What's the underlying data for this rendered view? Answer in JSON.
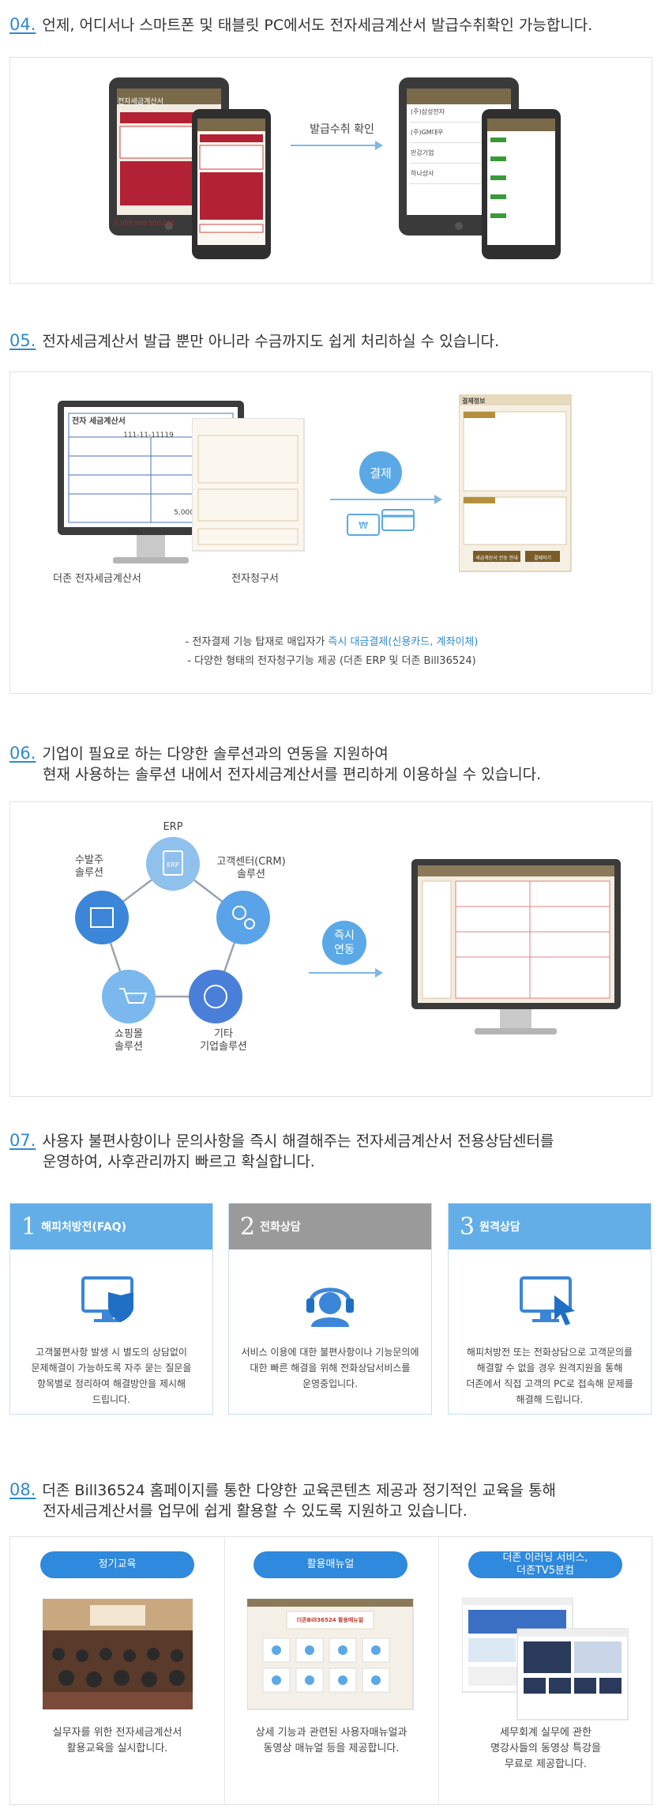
{
  "s04": {
    "num": "04.",
    "title": "언제, 어디서나 스마트폰 및 태블릿 PC에서도 전자세금계산서 발급수취확인 가능합니다.",
    "arrow_label": "발급수취 확인",
    "tablet_left": {
      "title": "전자세금계산서",
      "amount": "5,999,999,500,000"
    },
    "tablet_right": {
      "rows": [
        "(주)삼성전자",
        "(주)GM대우",
        "만감기업",
        "하나상사"
      ]
    }
  },
  "s05": {
    "num": "05.",
    "title": "전자세금계산서 발급 뿐만 아니라 수금까지도 쉽게 처리하실 수 있습니다.",
    "monitor_doc_title": "전자 세금계산서",
    "monitor_doc_number": "111-11-11119",
    "monitor_doc_total": "5,000",
    "caption_left": "더존 전자세금계산서",
    "caption_right": "전자청구서",
    "badge": "결제",
    "pay_window_title": "결제정보",
    "pay_buttons": [
      "세금계산서 전송 안내",
      "결제하기"
    ],
    "bullet1_prefix": "- 전자결제 기능 탑재로 매입자가",
    "bullet1_highlight": "즉시 대금결제(신용카드, 계좌이체)",
    "bullet2": "- 다양한 형태의 전자청구기능 제공 (더존 ERP 및 더존 Bill36524)"
  },
  "s06": {
    "num": "06.",
    "title1": "기업이 필요로 하는 다양한 솔루션과의 연동을 지원하여",
    "title2": "현재 사용하는 솔루션 내에서 전자세금계산서를 편리하게 이용하실 수 있습니다.",
    "nodes": {
      "erp": "ERP",
      "crm1": "고객센터(CRM)",
      "crm2": "솔루션",
      "order1": "수발주",
      "order2": "솔루션",
      "shop1": "쇼핑몰",
      "shop2": "솔루션",
      "etc1": "기타",
      "etc2": "기업솔루션"
    },
    "badge1": "즉시",
    "badge2": "연동"
  },
  "s07": {
    "num": "07.",
    "title1": "사용자 불편사항이나 문의사항을 즉시 해결해주는 전자세금계산서 전용상담센터를",
    "title2": "운영하여, 사후관리까지 빠르고 확실합니다.",
    "cards": [
      {
        "n": "1",
        "title": "해피처방전(FAQ)",
        "lines": [
          "고객불편사항 발생 시 별도의 상담없이",
          "문제해결이 가능하도록 자주 묻는 질문을",
          "항목별로 정리하여 해결방안을 제시해",
          "드립니다."
        ],
        "color": "#64aee8"
      },
      {
        "n": "2",
        "title": "전화상담",
        "lines": [
          "서비스 이용에 대한 불편사항이나 기능문의에",
          "대한 빠른 해결을 위해 전화상담서비스를",
          "운영중입니다."
        ],
        "color": "#9a9a9a"
      },
      {
        "n": "3",
        "title": "원격상담",
        "lines": [
          "해피처방전 또는 전화상담으로 고객문의를",
          "해결할 수 없을 경우 원격지원을 통해",
          "더존에서 직접 고객의 PC로 접속해 문제를",
          "해결해 드립니다."
        ],
        "color": "#64aee8"
      }
    ]
  },
  "s08": {
    "num": "08.",
    "title1": "더존 Bill36524 홈페이지를 통한 다양한 교육콘텐츠 제공과 정기적인 교육을 통해",
    "title2": "전자세금계산서를 업무에 쉽게 활용할 수 있도록 지원하고 있습니다.",
    "cols": [
      {
        "pill": [
          "정기교육"
        ],
        "caption": [
          "실무자를 위한 전자세금계산서",
          "활용교육을 실시합니다."
        ]
      },
      {
        "pill": [
          "활용매뉴얼"
        ],
        "caption": [
          "상세 기능과 관련된 사용자매뉴얼과",
          "동영상 매뉴얼 등을 제공합니다."
        ]
      },
      {
        "pill": [
          "더존 이러닝 서비스,",
          "더존TV5분컴"
        ],
        "caption": [
          "세무회계 실무에 관한",
          "명강사들의 동영상 특강을",
          "무료로 제공합니다."
        ]
      }
    ],
    "manual_banner": "더존Bill36524 활용매뉴얼"
  },
  "colors": {
    "accent": "#2f89cf",
    "light_blue": "#64aee8",
    "gray": "#9a9a9a",
    "brown": "#7a6a4a"
  }
}
